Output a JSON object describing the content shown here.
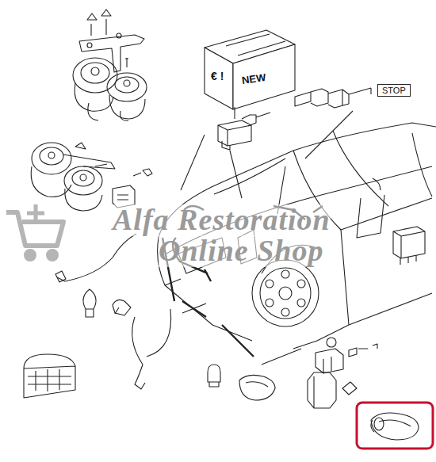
{
  "diagram": {
    "nodes": [
      {
        "text": [
          "STOP"
        ]
      }
    ],
    "labels": [
      "€ !",
      "NEW",
      "Alfa Restoration",
      "Online Shop"
    ]
  }
}
